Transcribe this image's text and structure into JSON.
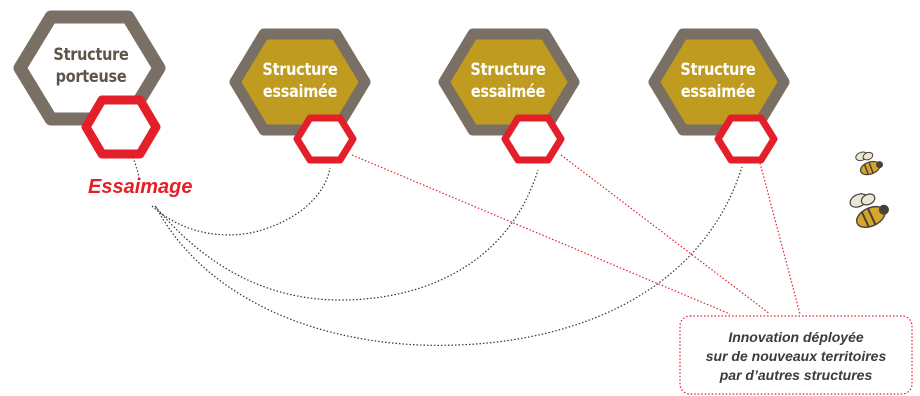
{
  "hexagons": {
    "porteuse": {
      "line1": "Structure",
      "line2": "porteuse"
    },
    "essaimee_1": {
      "line1": "Structure",
      "line2": "essaimée"
    },
    "essaimee_2": {
      "line1": "Structure",
      "line2": "essaimée"
    },
    "essaimee_3": {
      "line1": "Structure",
      "line2": "essaimée"
    }
  },
  "essaimage_label": "Essaimage",
  "innovation": {
    "line1": "Innovation déployée",
    "line2": "sur de nouveaux territoires",
    "line3": "par d’autres structures"
  },
  "colors": {
    "frame_gray": "#7a6f65",
    "gold_fill": "#bf9b1f",
    "red": "#e3202a",
    "white": "#ffffff"
  },
  "icons": [
    "bee-icon",
    "bee-icon"
  ]
}
